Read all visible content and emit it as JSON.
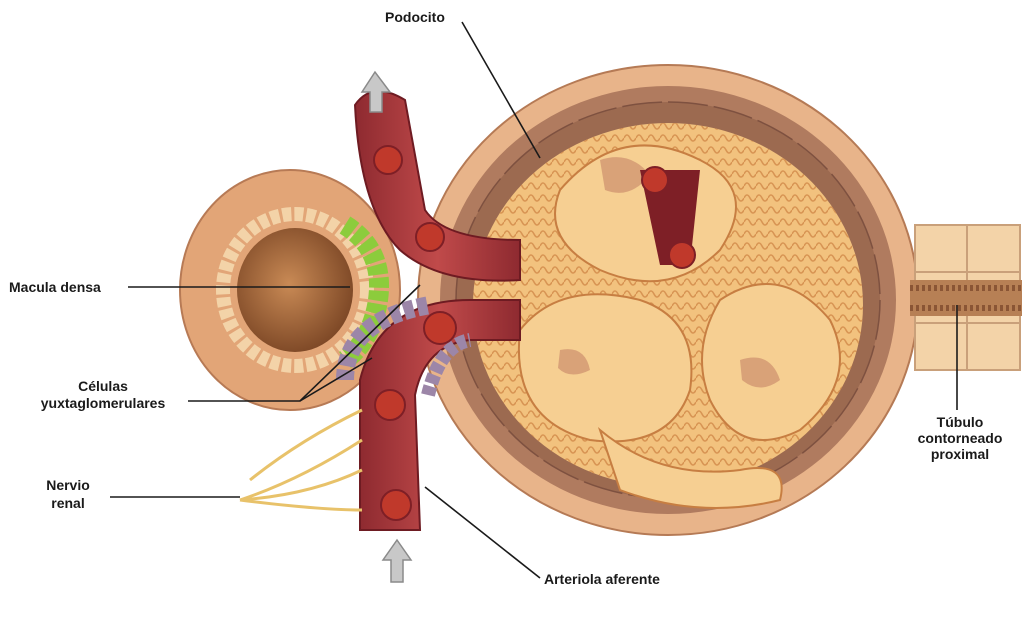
{
  "labels": {
    "podocito": "Podocito",
    "macula_densa": "Macula densa",
    "celulas_line1": "Células",
    "celulas_line2": "yuxtaglomerulares",
    "nervio_line1": "Nervio",
    "nervio_line2": "renal",
    "arteriola_aferente": "Arteriola aferente",
    "tubulo_line1": "Túbulo",
    "tubulo_line2": "contorneado",
    "tubulo_line3": "proximal"
  },
  "colors": {
    "capsule_outer": "#e8b48a",
    "capsule_inner_dark": "#a8745a",
    "glomerulus": "#f2c27e",
    "glomerulus_detail": "#d28a4a",
    "vessel_wall": "#a8333a",
    "vessel_dark": "#6e1b22",
    "red_cell": "#c0392b",
    "macula_densa_cells": "#8ccc3c",
    "juxtaglomerular_cells": "#9c86a8",
    "nerve": "#e8c26a",
    "arrow": "#b8b8b8",
    "tubule_cells": "#f3d3a8"
  }
}
